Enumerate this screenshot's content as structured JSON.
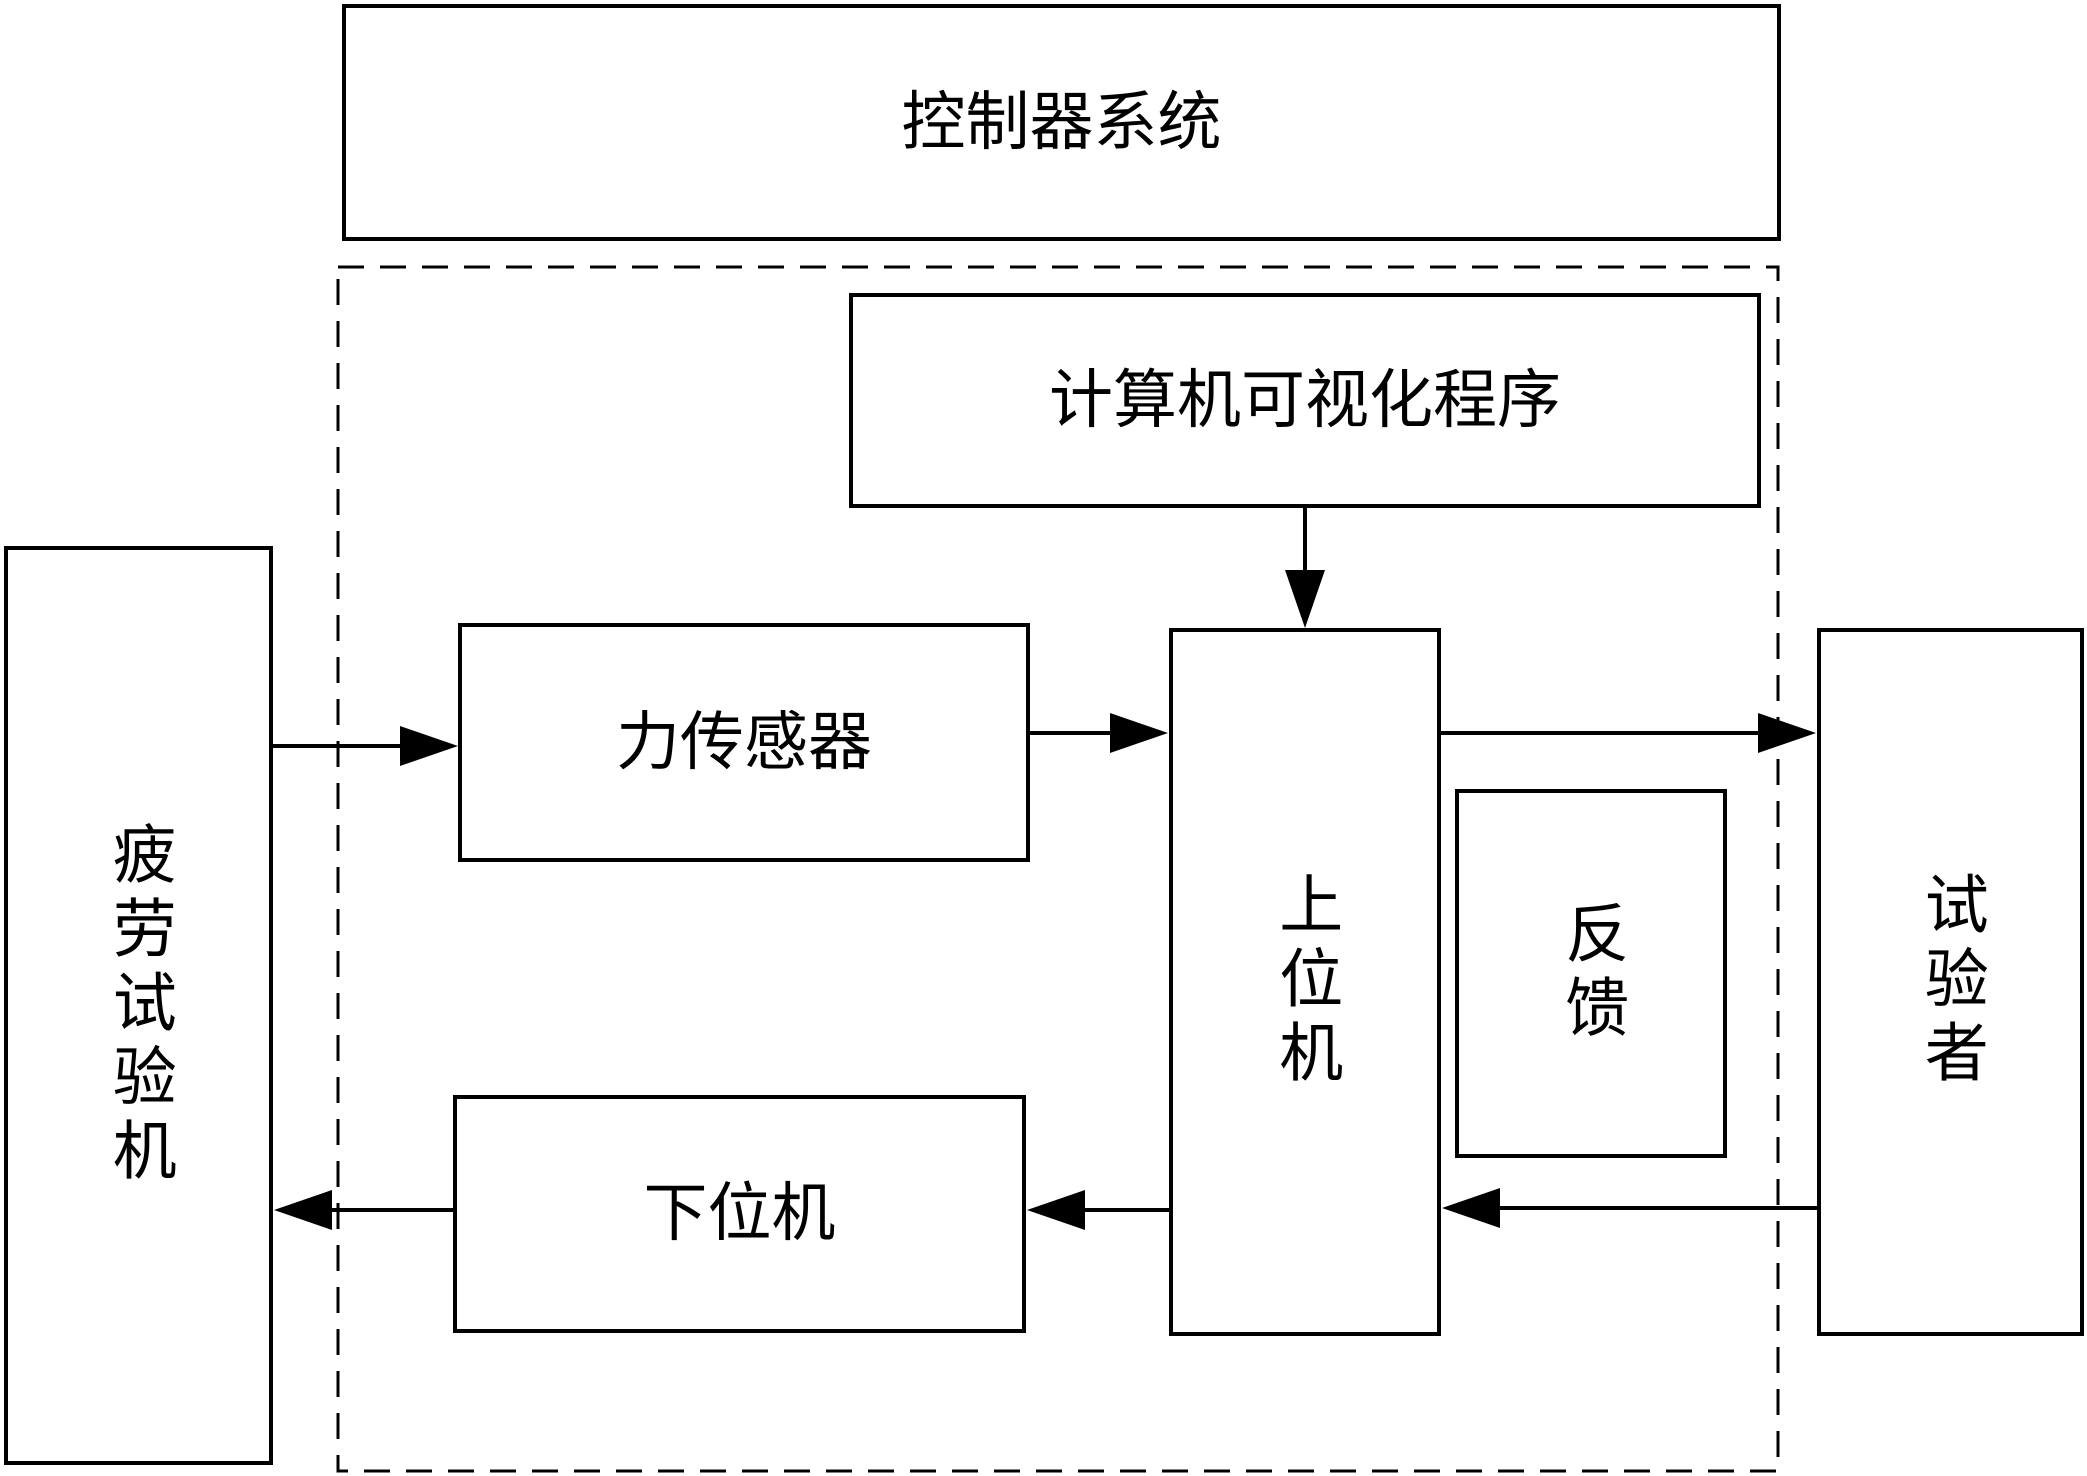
{
  "diagram": {
    "nodes": {
      "controller_system": {
        "label": "控制器系统"
      },
      "visualization_program": {
        "label": "计算机可视化程序"
      },
      "fatigue_tester": {
        "label": "疲劳试验机"
      },
      "force_sensor": {
        "label": "力传感器"
      },
      "host_computer": {
        "label": "上位机"
      },
      "feedback": {
        "label": "反馈"
      },
      "experimenter": {
        "label": "试验者"
      },
      "slave_computer": {
        "label": "下位机"
      }
    },
    "edges": [
      {
        "from": "fatigue_tester",
        "to": "force_sensor"
      },
      {
        "from": "force_sensor",
        "to": "host_computer"
      },
      {
        "from": "visualization_program",
        "to": "host_computer"
      },
      {
        "from": "host_computer",
        "to": "experimenter"
      },
      {
        "from": "experimenter",
        "to": "host_computer"
      },
      {
        "from": "host_computer",
        "to": "slave_computer"
      },
      {
        "from": "slave_computer",
        "to": "fatigue_tester"
      }
    ],
    "group": {
      "name": "controller-system-boundary",
      "style": "dashed"
    }
  }
}
